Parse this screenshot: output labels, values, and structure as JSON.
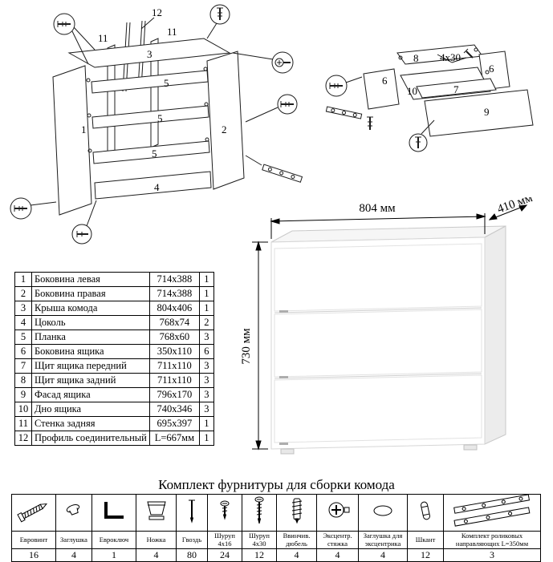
{
  "dimensions": {
    "width": "804 мм",
    "depth": "410 мм",
    "height": "730 мм"
  },
  "main_diagram": {
    "label_12": "12",
    "label_11a": "11",
    "label_11b": "11",
    "label_3": "3",
    "label_5a": "5",
    "label_5b": "5",
    "label_5c": "5",
    "label_1": "1",
    "label_2": "2",
    "label_4": "4"
  },
  "drawer_diagram": {
    "label_8": "8",
    "label_6a": "6",
    "label_6b": "6",
    "label_10": "10",
    "label_7": "7",
    "label_9": "9",
    "screw_note": "4x30"
  },
  "parts_table": {
    "rows": [
      {
        "num": "1",
        "name": "Боковина левая",
        "size": "714x388",
        "qty": "1"
      },
      {
        "num": "2",
        "name": "Боковина правая",
        "size": "714x388",
        "qty": "1"
      },
      {
        "num": "3",
        "name": "Крыша комода",
        "size": "804x406",
        "qty": "1"
      },
      {
        "num": "4",
        "name": "Цоколь",
        "size": "768x74",
        "qty": "2"
      },
      {
        "num": "5",
        "name": "Планка",
        "size": "768x60",
        "qty": "3"
      },
      {
        "num": "6",
        "name": "Боковина ящика",
        "size": "350x110",
        "qty": "6"
      },
      {
        "num": "7",
        "name": "Щит ящика передний",
        "size": "711x110",
        "qty": "3"
      },
      {
        "num": "8",
        "name": "Щит ящика задний",
        "size": "711x110",
        "qty": "3"
      },
      {
        "num": "9",
        "name": "Фасад ящика",
        "size": "796x170",
        "qty": "3"
      },
      {
        "num": "10",
        "name": "Дно ящика",
        "size": "740x346",
        "qty": "3"
      },
      {
        "num": "11",
        "name": "Стенка задняя",
        "size": "695x397",
        "qty": "1"
      },
      {
        "num": "12",
        "name": "Профиль соединительный",
        "size": "L=667мм",
        "qty": "1"
      }
    ]
  },
  "hardware": {
    "title": "Комплект фурнитуры для сборки комода",
    "items": [
      {
        "name": "Евровинт",
        "qty": "16",
        "icon": "euroscrew-icon"
      },
      {
        "name": "Заглушка",
        "qty": "4",
        "icon": "cap-icon"
      },
      {
        "name": "Евроключ",
        "qty": "1",
        "icon": "hexkey-icon"
      },
      {
        "name": "Ножка",
        "qty": "4",
        "icon": "leg-icon"
      },
      {
        "name": "Гвоздь",
        "qty": "80",
        "icon": "nail-icon"
      },
      {
        "name": "Шуруп 4x16",
        "qty": "24",
        "icon": "screw-4x16-icon"
      },
      {
        "name": "Шуруп 4x30",
        "qty": "12",
        "icon": "screw-4x30-icon"
      },
      {
        "name": "Ввинчив. дюбель",
        "qty": "4",
        "icon": "dowel-screw-icon"
      },
      {
        "name": "Эксцентр. стяжка",
        "qty": "4",
        "icon": "cam-lock-icon"
      },
      {
        "name": "Заглушка для эксцентрика",
        "qty": "4",
        "icon": "cam-cap-icon"
      },
      {
        "name": "Шкант",
        "qty": "12",
        "icon": "dowel-icon"
      },
      {
        "name": "Комплект роликовых направляющих L=350мм",
        "qty": "3",
        "icon": "roller-guides-icon"
      }
    ]
  }
}
